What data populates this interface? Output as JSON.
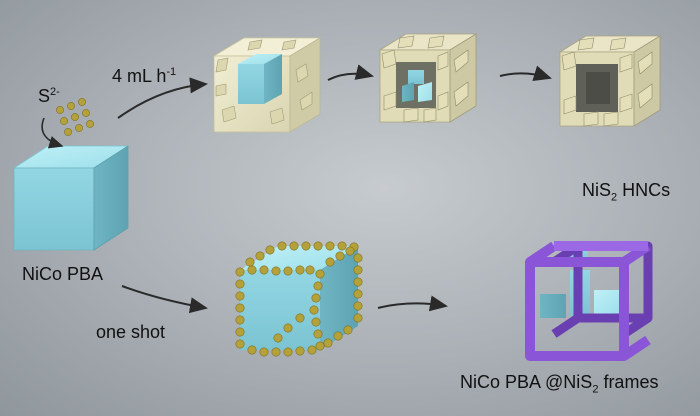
{
  "labels": {
    "sulfide": {
      "base": "S",
      "sup": "2-"
    },
    "rate": {
      "base": "4 mL h",
      "sup": "-1"
    },
    "precursor": "NiCo PBA",
    "one_shot": "one shot",
    "product_top": {
      "a": "NiS",
      "sub": "2",
      "b": " HNCs"
    },
    "product_bottom": {
      "a": "NiCo PBA @NiS",
      "sub": "2",
      "b": " frames"
    }
  },
  "colors": {
    "cube_blue": "#8fd3e0",
    "shell_cream": "#e6e2bf",
    "flake_cream": "#d8d4ae",
    "dot_gold": "#b4a13a",
    "frame_purple": "#7a4bc7",
    "arrow": "#2a2a2a"
  }
}
